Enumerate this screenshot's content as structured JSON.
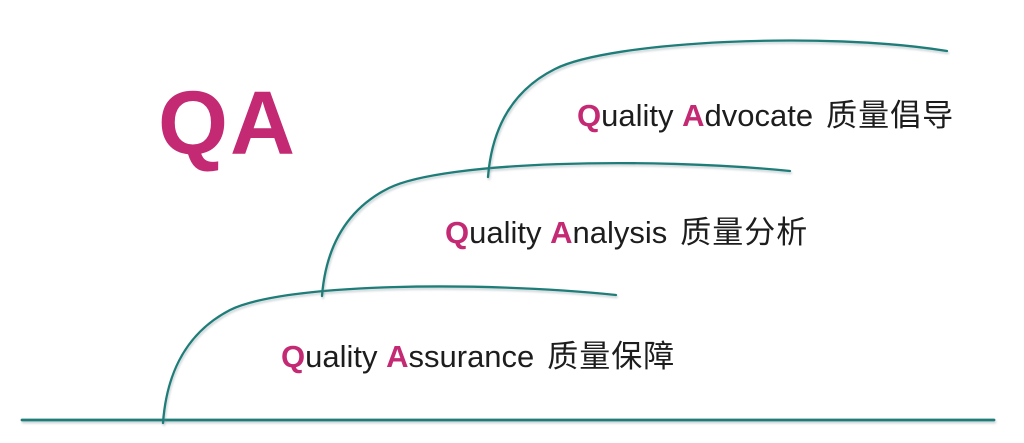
{
  "title": {
    "text": "QA"
  },
  "colors": {
    "accent": "#c42973",
    "line": "#1e7d78",
    "text": "#1d1d1d",
    "background": "#ffffff"
  },
  "levels": [
    {
      "name": "quality-advocate",
      "first": "Q",
      "mid": "uality ",
      "second": "A",
      "tail": "dvocate",
      "zh": "质量倡导"
    },
    {
      "name": "quality-analysis",
      "first": "Q",
      "mid": "uality ",
      "second": "A",
      "tail": "nalysis",
      "zh": "质量分析"
    },
    {
      "name": "quality-assurance",
      "first": "Q",
      "mid": "uality ",
      "second": "A",
      "tail": "ssurance",
      "zh": "质量保障"
    }
  ]
}
